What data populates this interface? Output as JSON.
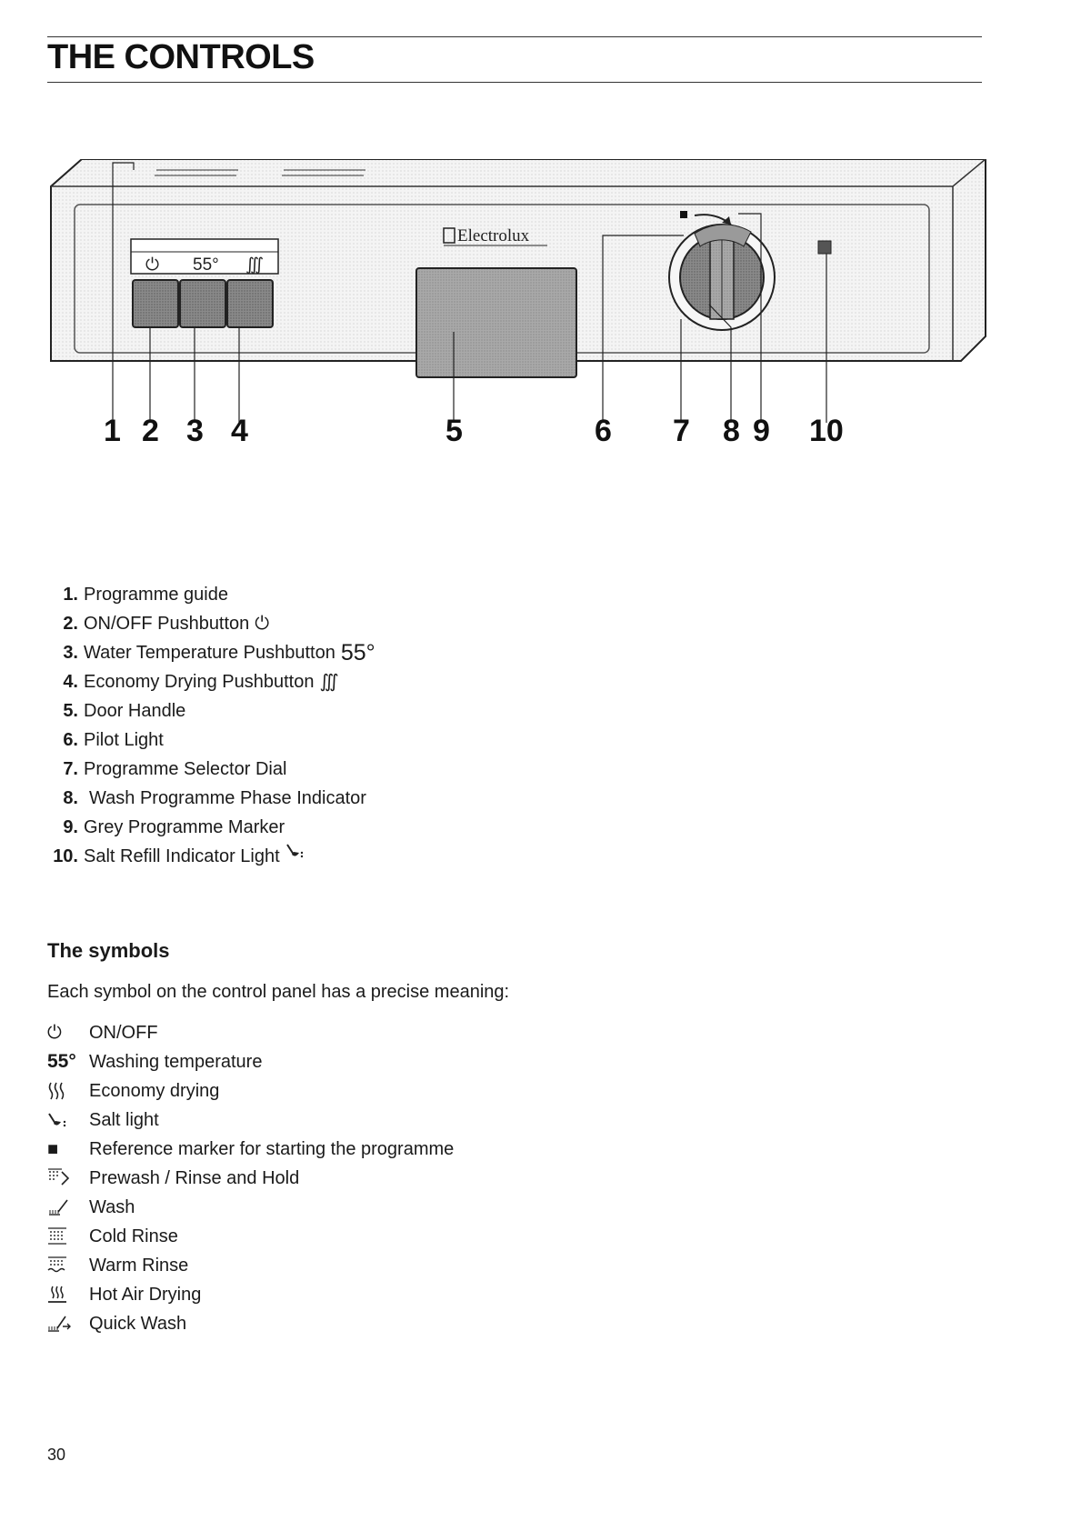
{
  "title": "THE CONTROLS",
  "panel": {
    "brand": "Electrolux",
    "button_strip": {
      "on_off_symbol": "⏻",
      "temp_label": "55°",
      "drying_symbol": "∭"
    },
    "callouts": [
      "1",
      "2",
      "3",
      "4",
      "5",
      "6",
      "7",
      "8",
      "9",
      "10"
    ]
  },
  "controls": [
    {
      "num": "1.",
      "label": "Programme guide",
      "symbol": ""
    },
    {
      "num": "2.",
      "label": "ON/OFF Pushbutton",
      "symbol": "⏻"
    },
    {
      "num": "3.",
      "label": "Water Temperature Pushbutton",
      "symbol": "55°"
    },
    {
      "num": "4.",
      "label": "Economy Drying Pushbutton",
      "symbol": "∭"
    },
    {
      "num": "5.",
      "label": "Door Handle",
      "symbol": ""
    },
    {
      "num": "6.",
      "label": "Pilot Light",
      "symbol": ""
    },
    {
      "num": "7.",
      "label": "Programme Selector Dial",
      "symbol": ""
    },
    {
      "num": "8.",
      "label": "Wash Programme Phase Indicator",
      "symbol": ""
    },
    {
      "num": "9.",
      "label": "Grey Programme Marker",
      "symbol": ""
    },
    {
      "num": "10.",
      "label": "Salt Refill Indicator Light",
      "symbol": "salt-icon"
    }
  ],
  "symbols_heading": "The symbols",
  "symbols_intro": "Each symbol on the control panel has a precise meaning:",
  "symbols": [
    {
      "icon": "on-off-icon",
      "glyph": "⏻",
      "label": "ON/OFF"
    },
    {
      "icon": "temperature-55-icon",
      "glyph": "55°",
      "label": "Washing temperature"
    },
    {
      "icon": "economy-drying-icon",
      "glyph": "",
      "label": "Economy drying"
    },
    {
      "icon": "salt-icon",
      "glyph": "",
      "label": "Salt light"
    },
    {
      "icon": "reference-marker-icon",
      "glyph": "■",
      "label": "Reference marker for starting the programme"
    },
    {
      "icon": "prewash-icon",
      "glyph": "",
      "label": "Prewash / Rinse and Hold"
    },
    {
      "icon": "wash-icon",
      "glyph": "",
      "label": "Wash"
    },
    {
      "icon": "cold-rinse-icon",
      "glyph": "",
      "label": "Cold Rinse"
    },
    {
      "icon": "warm-rinse-icon",
      "glyph": "",
      "label": "Warm Rinse"
    },
    {
      "icon": "hot-air-drying-icon",
      "glyph": "",
      "label": "Hot Air Drying"
    },
    {
      "icon": "quick-wash-icon",
      "glyph": "",
      "label": "Quick Wash"
    }
  ],
  "page_number": "30"
}
